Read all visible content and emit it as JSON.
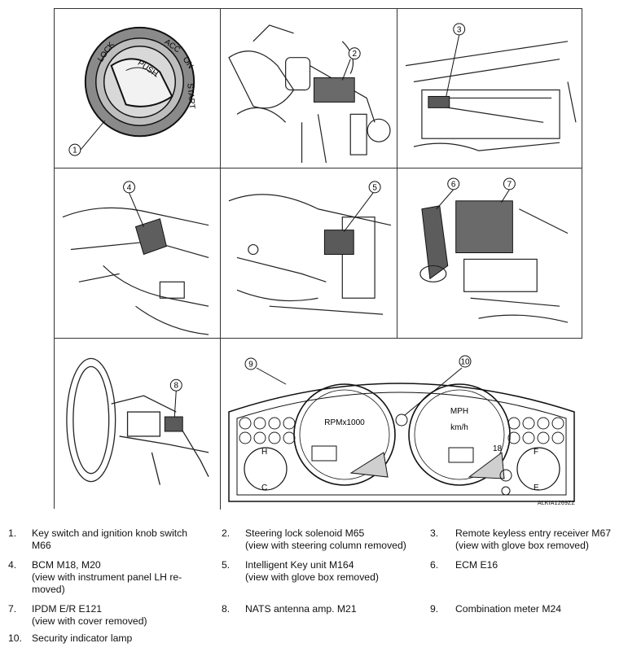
{
  "figure": {
    "code": "ALKIA1269ZZ",
    "knob_labels": {
      "lock": "LOCK",
      "acc": "ACC",
      "on": "ON",
      "start": "START",
      "push": "PUSH"
    },
    "meter_labels": {
      "rpm": "RPMx1000",
      "mph": "MPH",
      "kmh": "km/h",
      "h": "H",
      "c": "C",
      "f": "F",
      "e": "E",
      "ind18": "18"
    },
    "callouts": [
      "1",
      "2",
      "3",
      "4",
      "5",
      "6",
      "7",
      "8",
      "9",
      "10"
    ]
  },
  "legend": [
    {
      "num": "1.",
      "lines": [
        "Key switch and ignition knob switch",
        "M66"
      ]
    },
    {
      "num": "2.",
      "lines": [
        "Steering lock solenoid M65",
        "(view with steering column removed)"
      ]
    },
    {
      "num": "3.",
      "lines": [
        "Remote keyless entry receiver M67",
        "(view with glove box removed)"
      ]
    },
    {
      "num": "4.",
      "lines": [
        "BCM M18, M20",
        "(view with instrument panel LH re-",
        "moved)"
      ]
    },
    {
      "num": "5.",
      "lines": [
        "Intelligent Key unit M164",
        "(view with glove box removed)"
      ]
    },
    {
      "num": "6.",
      "lines": [
        "ECM E16"
      ]
    },
    {
      "num": "7.",
      "lines": [
        "IPDM E/R E121",
        "(view with cover removed)"
      ]
    },
    {
      "num": "8.",
      "lines": [
        "NATS antenna amp. M21"
      ]
    },
    {
      "num": "9.",
      "lines": [
        "Combination meter M24"
      ]
    },
    {
      "num": "10.",
      "lines": [
        "Security indicator lamp"
      ]
    }
  ]
}
